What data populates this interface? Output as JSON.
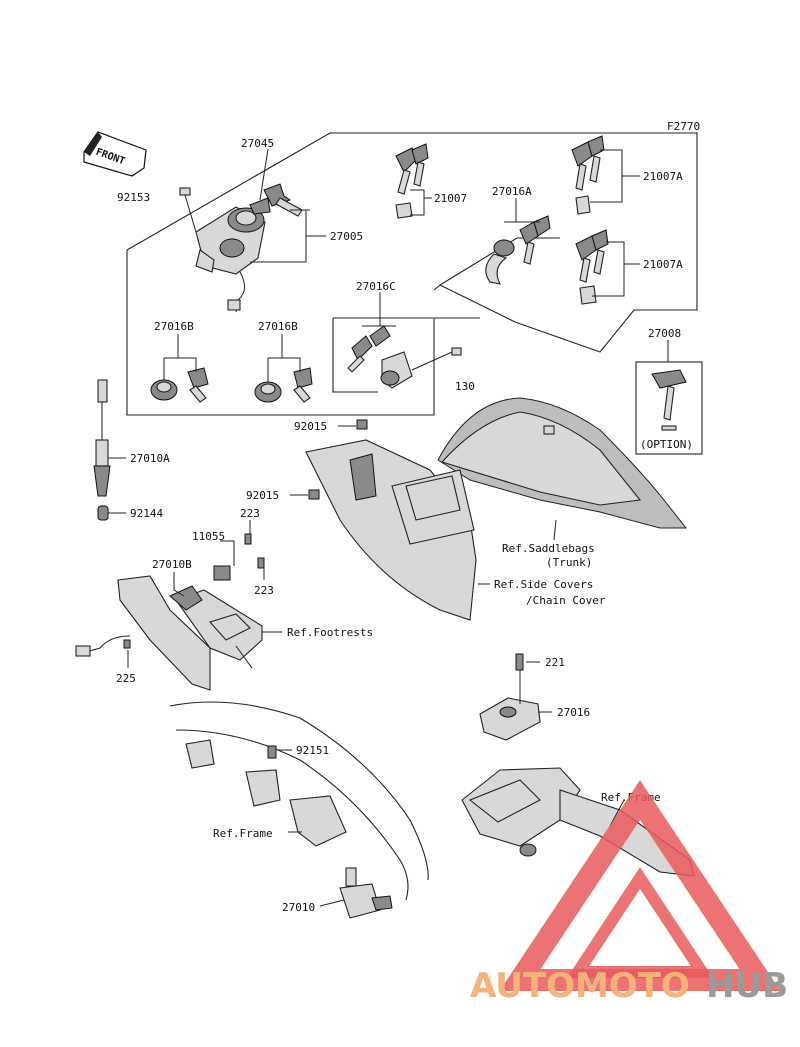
{
  "diagram_code": "F2770",
  "front_tag": "FRONT",
  "parts": {
    "p27045": "27045",
    "p92153": "92153",
    "p27005": "27005",
    "p21007": "21007",
    "p27016A": "27016A",
    "p21007A_1": "21007A",
    "p21007A_2": "21007A",
    "p27016C": "27016C",
    "p27016B_1": "27016B",
    "p27016B_2": "27016B",
    "p27008": "27008",
    "option": "(OPTION)",
    "p130": "130",
    "p92015_1": "92015",
    "p92015_2": "92015",
    "p27010A": "27010A",
    "p92144": "92144",
    "p11055": "11055",
    "p223_1": "223",
    "p223_2": "223",
    "p27010B": "27010B",
    "p225": "225",
    "p221": "221",
    "p27016": "27016",
    "p92151": "92151",
    "p27010": "27010"
  },
  "refs": {
    "saddlebags_1": "Ref.Saddlebags",
    "saddlebags_2": "(Trunk)",
    "side_covers_1": "Ref.Side Covers",
    "side_covers_2": "/Chain Cover",
    "footrests": "Ref.Footrests",
    "frame_left": "Ref.Frame",
    "frame_right": "Ref.Frame"
  },
  "watermark": {
    "part1": "AUTOMOTO",
    "part2": "HUB",
    "color1": "#f5b27a",
    "color2": "#9a9a9a",
    "triangle_color": "#e85a5a"
  }
}
